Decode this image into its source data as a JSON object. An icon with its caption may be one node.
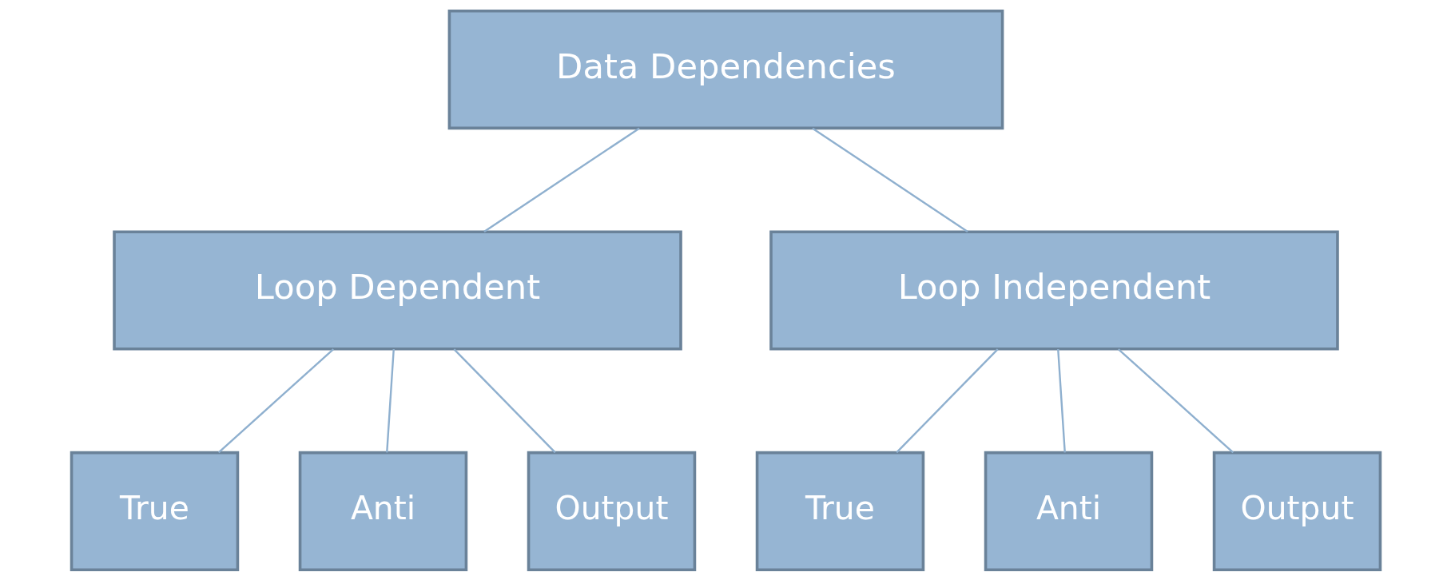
{
  "diagram": {
    "nodes": [
      {
        "text": [
          "Data Dependencies"
        ]
      },
      {
        "text": [
          "Loop Dependent"
        ]
      },
      {
        "text": [
          "Loop Independent"
        ]
      },
      {
        "text": [
          "True"
        ]
      },
      {
        "text": [
          "Anti"
        ]
      },
      {
        "text": [
          "Output"
        ]
      },
      {
        "text": [
          "True"
        ]
      },
      {
        "text": [
          "Anti"
        ]
      },
      {
        "text": [
          "Output"
        ]
      }
    ],
    "edges": [
      {
        "from": 0,
        "to": 1,
        "arrow": "none"
      },
      {
        "from": 0,
        "to": 2,
        "arrow": "none"
      },
      {
        "from": 1,
        "to": 3,
        "arrow": "none"
      },
      {
        "from": 1,
        "to": 4,
        "arrow": "none"
      },
      {
        "from": 1,
        "to": 5,
        "arrow": "none"
      },
      {
        "from": 2,
        "to": 6,
        "arrow": "none"
      },
      {
        "from": 2,
        "to": 7,
        "arrow": "none"
      },
      {
        "from": 2,
        "to": 8,
        "arrow": "none"
      }
    ]
  }
}
